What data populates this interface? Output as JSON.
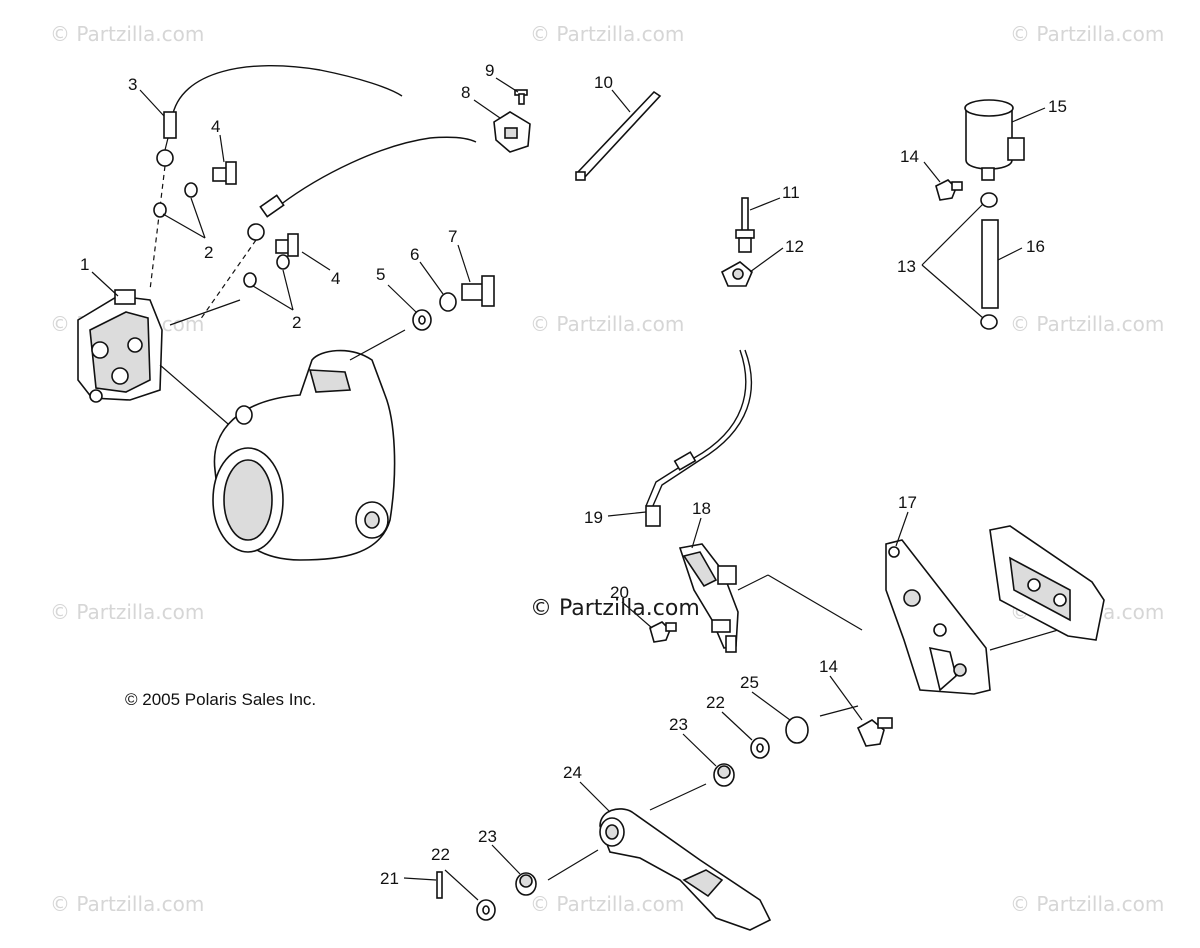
{
  "watermarks": {
    "text": "© Partzilla.com",
    "center_text": "© Partzilla.com"
  },
  "copyright": "© 2005 Polaris Sales Inc.",
  "callouts": {
    "c1": "1",
    "c2a": "2",
    "c2b": "2",
    "c3": "3",
    "c4a": "4",
    "c4b": "4",
    "c5": "5",
    "c6": "6",
    "c7": "7",
    "c8": "8",
    "c9": "9",
    "c10": "10",
    "c11": "11",
    "c12": "12",
    "c13": "13",
    "c14a": "14",
    "c14b": "14",
    "c15": "15",
    "c16": "16",
    "c17": "17",
    "c18": "18",
    "c19": "19",
    "c20": "20",
    "c21": "21",
    "c22a": "22",
    "c22b": "22",
    "c23a": "23",
    "c23b": "23",
    "c24": "24",
    "c25": "25"
  }
}
